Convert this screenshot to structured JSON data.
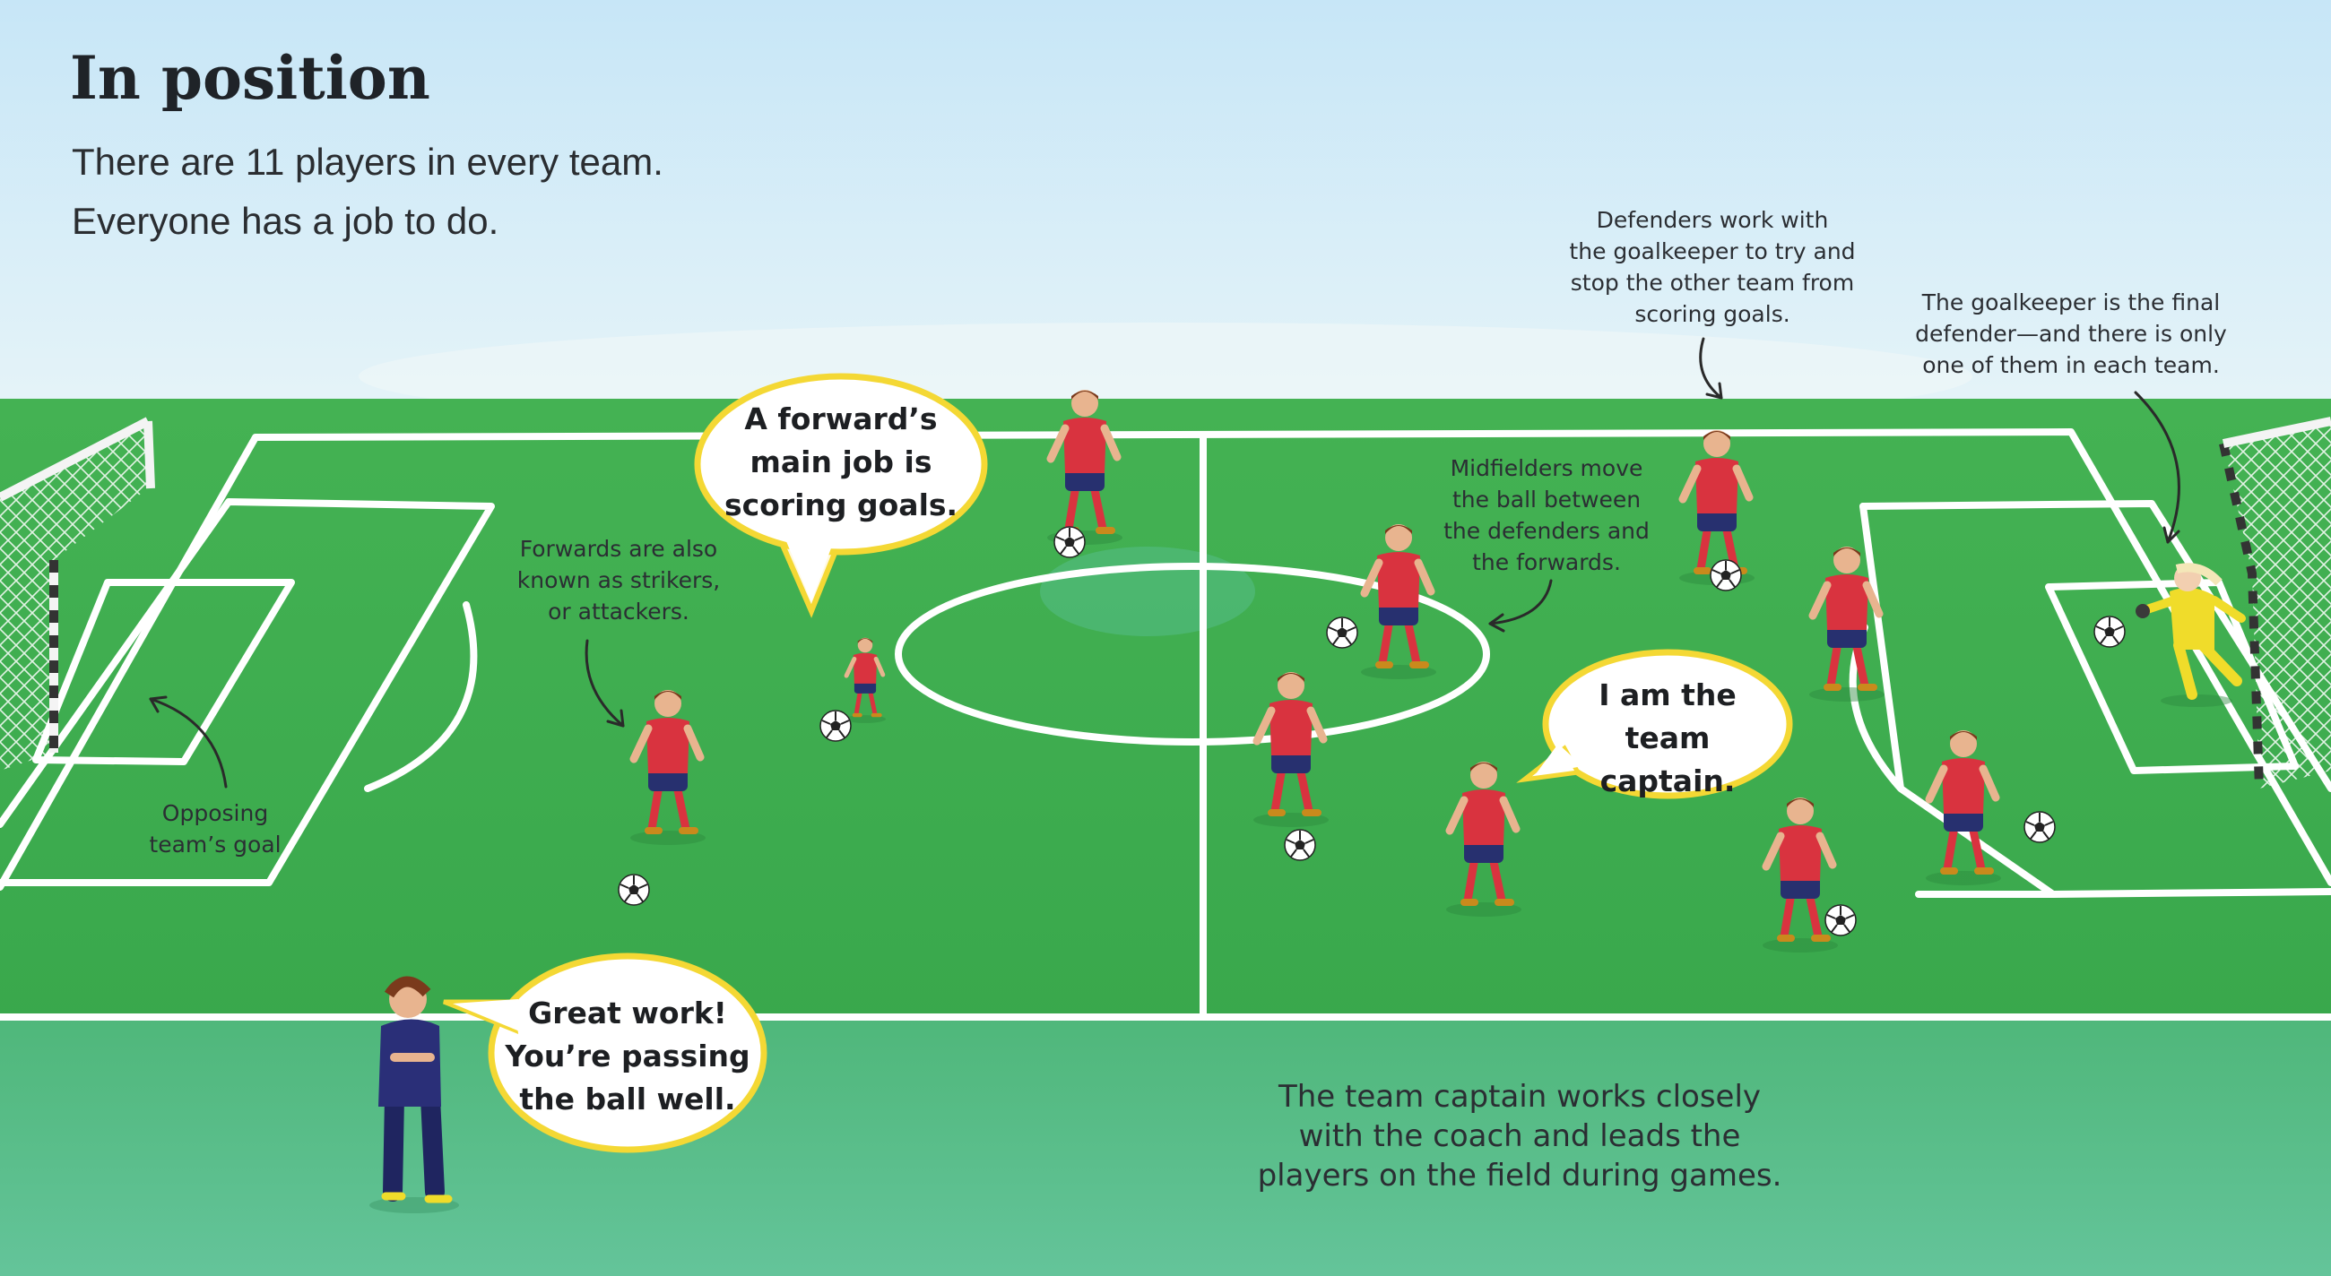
{
  "heading": {
    "title": "In position",
    "intro_lines": [
      "There are 11 players in every team.",
      "Everyone has a job to do."
    ]
  },
  "notes": {
    "forwards": [
      "Forwards are also",
      "known as strikers,",
      "or attackers."
    ],
    "opposing_goal": [
      "Opposing",
      "team’s goal"
    ],
    "defenders": [
      "Defenders work with",
      "the goalkeeper to try and",
      "stop the other team from",
      "scoring goals."
    ],
    "goalkeeper": [
      "The goalkeeper is the final",
      "defender—and there is only",
      "one of them in each team."
    ],
    "midfielders": [
      "Midfielders move",
      "the ball between",
      "the defenders and",
      "the forwards."
    ],
    "captain_info": [
      "The team captain works closely",
      "with the coach and leads the",
      "players on the field during games."
    ]
  },
  "speech": {
    "forward": [
      "A forward’s",
      "main job is",
      "scoring goals."
    ],
    "captain": [
      "I am the",
      "team captain."
    ],
    "coach": [
      "Great work!",
      "You’re passing",
      "the ball well."
    ]
  },
  "colors": {
    "sky": "#cfe9f6",
    "pitch": "#3fae4f",
    "apron": "#5cc08e",
    "lines": "#ffffff",
    "jersey": "#d9333f",
    "shorts": "#27306f",
    "goalkeeper_kit": "#f0dc2a",
    "coach_top": "#2a2f78",
    "bubble_border": "#f4d834"
  },
  "icons": [
    "soccer-ball-icon",
    "goal-net-icon",
    "player-figure-icon",
    "arrow-icon"
  ]
}
